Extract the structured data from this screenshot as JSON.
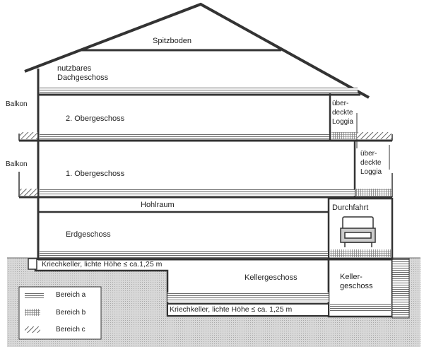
{
  "labels": {
    "spitzboden": "Spitzboden",
    "dachgeschoss_1": "nutzbares",
    "dachgeschoss_2": "Dachgeschoss",
    "balkon_top": "Balkon",
    "balkon_bottom": "Balkon",
    "og2": "2. Obergeschoss",
    "og1": "1. Obergeschoss",
    "loggia_top": [
      "über-",
      "deckte",
      "Loggia"
    ],
    "loggia_bottom": [
      "über-",
      "deckte",
      "Loggia"
    ],
    "hohlraum": "Hohlraum",
    "durchfahrt": "Durchfahrt",
    "erdgeschoss": "Erdgeschoss",
    "kriechkeller_top": "Kriechkeller, lichte Höhe ≤ ca.1,25 m",
    "kellergeschoss": "Kellergeschoss",
    "keller_right": [
      "Keller-",
      "geschoss"
    ],
    "kriechkeller_bottom": "Kriechkeller, lichte Höhe ≤ ca. 1,25 m"
  },
  "legend": [
    {
      "pattern": "horizontal-lines",
      "label": "Bereich a"
    },
    {
      "pattern": "grid",
      "label": "Bereich b"
    },
    {
      "pattern": "diagonal-hatch",
      "label": "Bereich c"
    }
  ]
}
